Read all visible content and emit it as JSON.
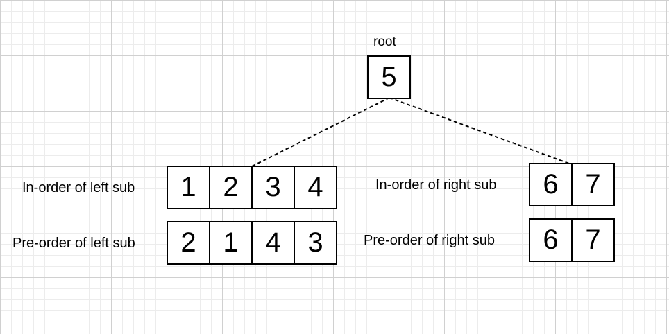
{
  "diagram": {
    "root": {
      "label": "root",
      "value": "5"
    },
    "left_subtree": {
      "inorder_label": "In-order of left sub",
      "inorder": [
        "1",
        "2",
        "3",
        "4"
      ],
      "preorder_label": "Pre-order of left sub",
      "preorder": [
        "2",
        "1",
        "4",
        "3"
      ]
    },
    "right_subtree": {
      "inorder_label": "In-order of right sub",
      "inorder": [
        "6",
        "7"
      ],
      "preorder_label": "Pre-order of right sub",
      "preorder": [
        "6",
        "7"
      ]
    },
    "edge_style": "dashed",
    "grid_visible": true
  }
}
